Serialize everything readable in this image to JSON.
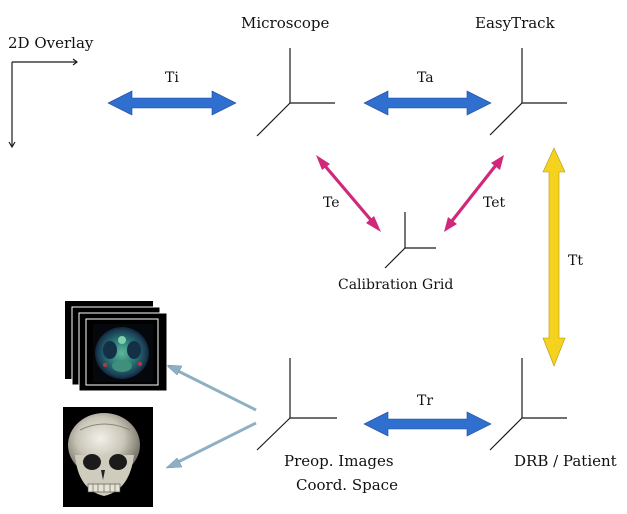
{
  "frames": {
    "overlay": "2D Overlay",
    "microscope": "Microscope",
    "easytrack": "EasyTrack",
    "calibration": "Calibration Grid",
    "preop_line1": "Preop. Images",
    "preop_line2": "Coord. Space",
    "drb": "DRB / Patient"
  },
  "transforms": {
    "ti": "Ti",
    "ta": "Ta",
    "te": "Te",
    "tet": "Tet",
    "tt": "Tt",
    "tr": "Tr"
  },
  "colors": {
    "blue": "#2f6fd0",
    "magenta": "#d0287a",
    "yellow": "#f4d21e",
    "gray_blue": "#8fb0c4",
    "axis": "#1a1a1a"
  },
  "icons": {
    "mri_stack": "mri-slice-stack-icon",
    "skull": "3d-skull-render-icon"
  }
}
